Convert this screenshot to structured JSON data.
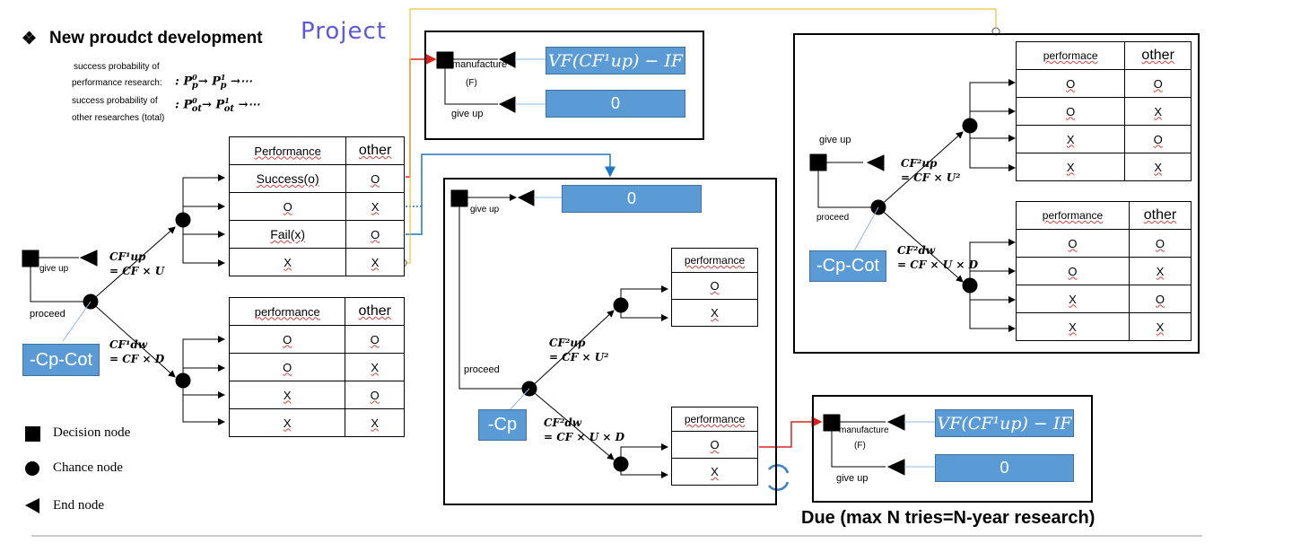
{
  "header": {
    "bullet": "❖",
    "title": "New proudct development",
    "handwritten_note": "Project",
    "prob_perf_label_1": "success probability of",
    "prob_perf_label_2": "performance research:",
    "prob_other_label_1": "success probability of",
    "prob_other_label_2": "other researches (total)",
    "arrow_seq": "→ ⋯"
  },
  "labels": {
    "give_up": "give up",
    "proceed": "proceed",
    "manufacture": "manufacture",
    "f_note": "(F)"
  },
  "costs": {
    "cp_cot": "-Cp-Cot",
    "cp": "-Cp"
  },
  "values": {
    "vf": "VF(CF¹up) − IF",
    "zero": "0"
  },
  "math": {
    "cf_up1_a": "CF¹up",
    "cf_up1_b": "= CF × U",
    "cf_dw1_a": "CF¹dw",
    "cf_dw1_b": "= CF × D",
    "cf_up2_a": "CF²up",
    "cf_up2_b": "= CF × U²",
    "cf_dw2_a": "CF²dw",
    "cf_dw2_b": "= CF × U × D"
  },
  "tables": {
    "main_up": {
      "headers": [
        "Performance",
        "other"
      ],
      "rows": [
        [
          "Success(o)",
          "O"
        ],
        [
          "O",
          "X"
        ],
        [
          "Fail(x)",
          "O"
        ],
        [
          "X",
          "X"
        ]
      ]
    },
    "main_dw": {
      "headers": [
        "performance",
        "other"
      ],
      "rows": [
        [
          "O",
          "O"
        ],
        [
          "O",
          "X"
        ],
        [
          "X",
          "O"
        ],
        [
          "X",
          "X"
        ]
      ]
    },
    "right_up": {
      "headers": [
        "performace",
        "other"
      ],
      "rows": [
        [
          "O",
          "O"
        ],
        [
          "O",
          "X"
        ],
        [
          "X",
          "O"
        ],
        [
          "X",
          "X"
        ]
      ]
    },
    "right_dw": {
      "headers": [
        "performance",
        "other"
      ],
      "rows": [
        [
          "O",
          "O"
        ],
        [
          "O",
          "X"
        ],
        [
          "X",
          "O"
        ],
        [
          "X",
          "X"
        ]
      ]
    },
    "mid_up": {
      "headers": [
        "performance"
      ],
      "rows": [
        [
          "O"
        ],
        [
          "X"
        ]
      ]
    },
    "mid_dw": {
      "headers": [
        "performance"
      ],
      "rows": [
        [
          "O"
        ],
        [
          "X"
        ]
      ]
    }
  },
  "legend": {
    "decision": "Decision node",
    "chance": "Chance node",
    "end": "End node"
  },
  "footer": {
    "due": "Due (max N tries=N-year research)"
  },
  "colors": {
    "red_link": "#e02020",
    "blue_link": "#1f77c4",
    "yellow_link": "#e8c440",
    "box_fill": "#5b9bd5"
  }
}
